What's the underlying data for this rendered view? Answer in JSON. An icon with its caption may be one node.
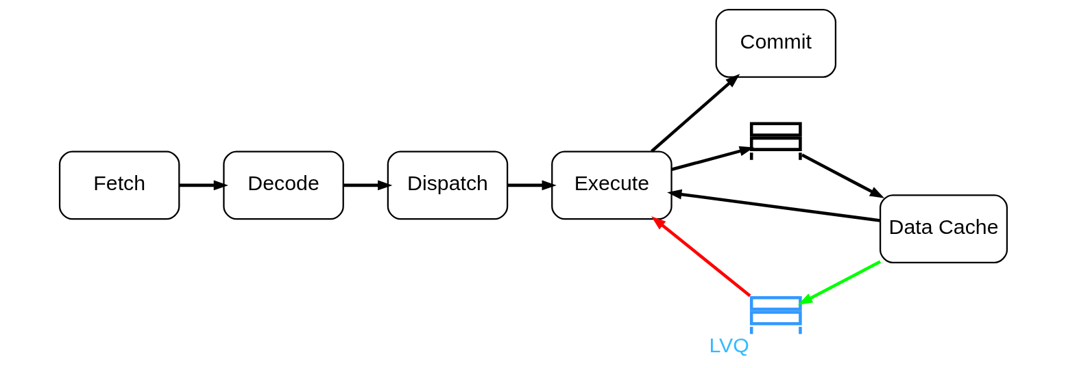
{
  "diagram": {
    "nodes": [
      {
        "text": [
          "Fetch"
        ]
      },
      {
        "text": [
          "Decode"
        ]
      },
      {
        "text": [
          "Dispatch"
        ]
      },
      {
        "text": [
          "Execute"
        ]
      },
      {
        "text": [
          "Commit"
        ]
      },
      {
        "text": [
          "Data Cache"
        ]
      },
      {
        "text": [],
        "shape": "queue",
        "beside": [
          "LVQ"
        ]
      },
      {
        "text": [],
        "shape": "queue"
      }
    ],
    "edges": [
      {
        "from": 0,
        "to": 1,
        "arrow": "to"
      },
      {
        "from": 1,
        "to": 2,
        "arrow": "to"
      },
      {
        "from": 2,
        "to": 3,
        "arrow": "to"
      },
      {
        "from": 3,
        "to": 4,
        "arrow": "to"
      },
      {
        "from": 5,
        "to": 3,
        "arrow": "to"
      },
      {
        "from": 5,
        "to": 6,
        "arrow": "to",
        "color": "#00ff00"
      },
      {
        "from": 6,
        "to": 3,
        "arrow": "to",
        "color": "#ff0000"
      },
      {
        "from": 3,
        "to": 7,
        "arrow": "to"
      },
      {
        "from": 7,
        "to": 5,
        "arrow": "to"
      }
    ]
  }
}
